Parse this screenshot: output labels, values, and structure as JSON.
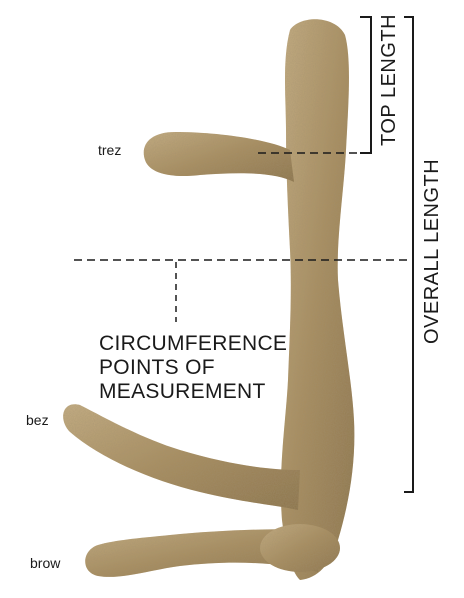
{
  "labels": {
    "trez": "trez",
    "bez": "bez",
    "brow": "brow",
    "circumference_line1": "CIRCUMFERENCE",
    "circumference_line2": "POINTS OF",
    "circumference_line3": "MEASUREMENT",
    "top_length": "TOP LENGTH",
    "overall_length": "OVERALL LENGTH"
  },
  "colors": {
    "antler_base": "#a88d5f",
    "antler_light": "#c4ad80",
    "antler_dark": "#7e6741",
    "ink": "#1a1a1a"
  }
}
